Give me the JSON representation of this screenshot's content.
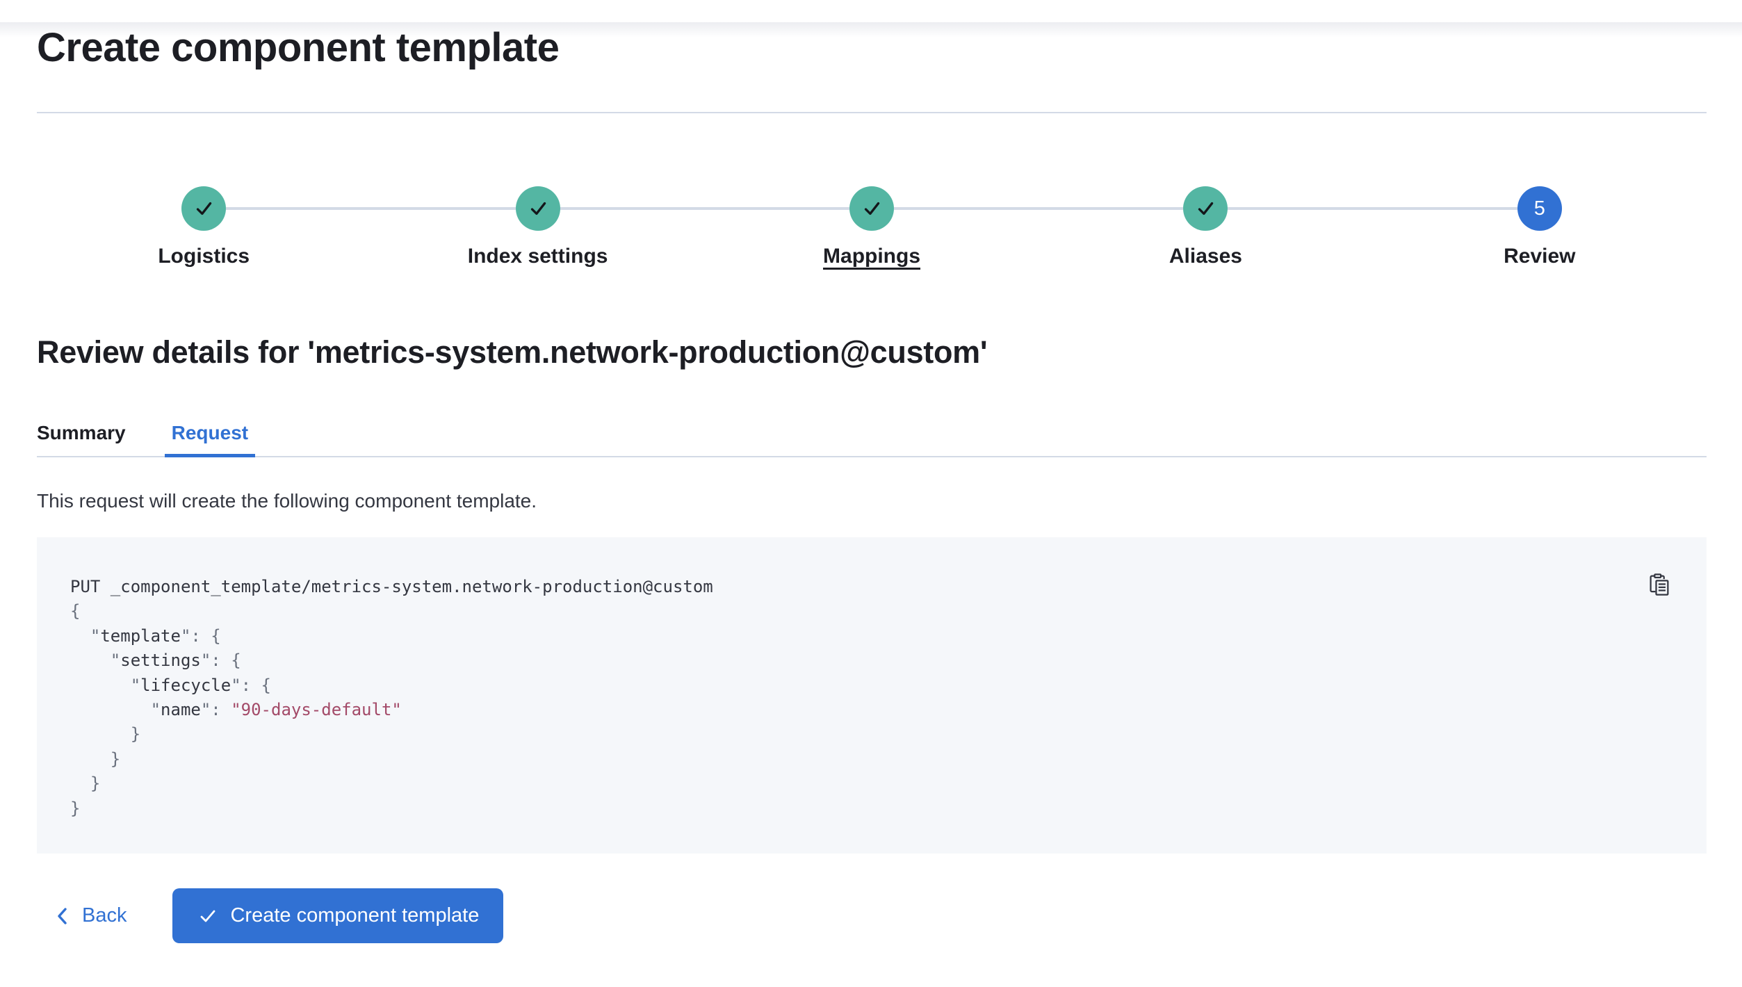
{
  "page": {
    "title": "Create component template"
  },
  "stepper": {
    "steps": [
      {
        "label": "Logistics",
        "status": "complete",
        "underlined": false
      },
      {
        "label": "Index settings",
        "status": "complete",
        "underlined": false
      },
      {
        "label": "Mappings",
        "status": "complete",
        "underlined": true
      },
      {
        "label": "Aliases",
        "status": "complete",
        "underlined": false
      },
      {
        "label": "Review",
        "status": "current",
        "underlined": false,
        "number": "5"
      }
    ]
  },
  "review": {
    "heading": "Review details for 'metrics-system.network-production@custom'",
    "tabs": [
      {
        "label": "Summary",
        "active": false
      },
      {
        "label": "Request",
        "active": true
      }
    ],
    "description": "This request will create the following component template."
  },
  "code": {
    "lines": [
      [
        {
          "c": "plain",
          "t": "PUT _component_template/metrics-system.network-production@custom"
        }
      ],
      [
        {
          "c": "punc",
          "t": "{"
        }
      ],
      [
        {
          "c": "punc",
          "t": "  \""
        },
        {
          "c": "key",
          "t": "template"
        },
        {
          "c": "punc",
          "t": "\": {"
        }
      ],
      [
        {
          "c": "punc",
          "t": "    \""
        },
        {
          "c": "key",
          "t": "settings"
        },
        {
          "c": "punc",
          "t": "\": {"
        }
      ],
      [
        {
          "c": "punc",
          "t": "      \""
        },
        {
          "c": "key",
          "t": "lifecycle"
        },
        {
          "c": "punc",
          "t": "\": {"
        }
      ],
      [
        {
          "c": "punc",
          "t": "        \""
        },
        {
          "c": "key",
          "t": "name"
        },
        {
          "c": "punc",
          "t": "\": "
        },
        {
          "c": "str",
          "t": "\"90-days-default\""
        }
      ],
      [
        {
          "c": "punc",
          "t": "      }"
        }
      ],
      [
        {
          "c": "punc",
          "t": "    }"
        }
      ],
      [
        {
          "c": "punc",
          "t": "  }"
        }
      ],
      [
        {
          "c": "punc",
          "t": "}"
        }
      ]
    ]
  },
  "footer": {
    "back_label": "Back",
    "submit_label": "Create component template"
  },
  "icons": {
    "copy": "copy-clipboard-icon",
    "back": "chevron-left-icon",
    "submit": "check-icon",
    "step_complete": "check-icon"
  },
  "colors": {
    "primary": "#3171d3",
    "success": "#54b6a3",
    "divider": "#d3dae6",
    "heading_text": "#1d1e24",
    "body_text": "#343741",
    "code_background": "#f5f7fa",
    "code_string": "#a34a68",
    "code_punctuation": "#69707d"
  }
}
